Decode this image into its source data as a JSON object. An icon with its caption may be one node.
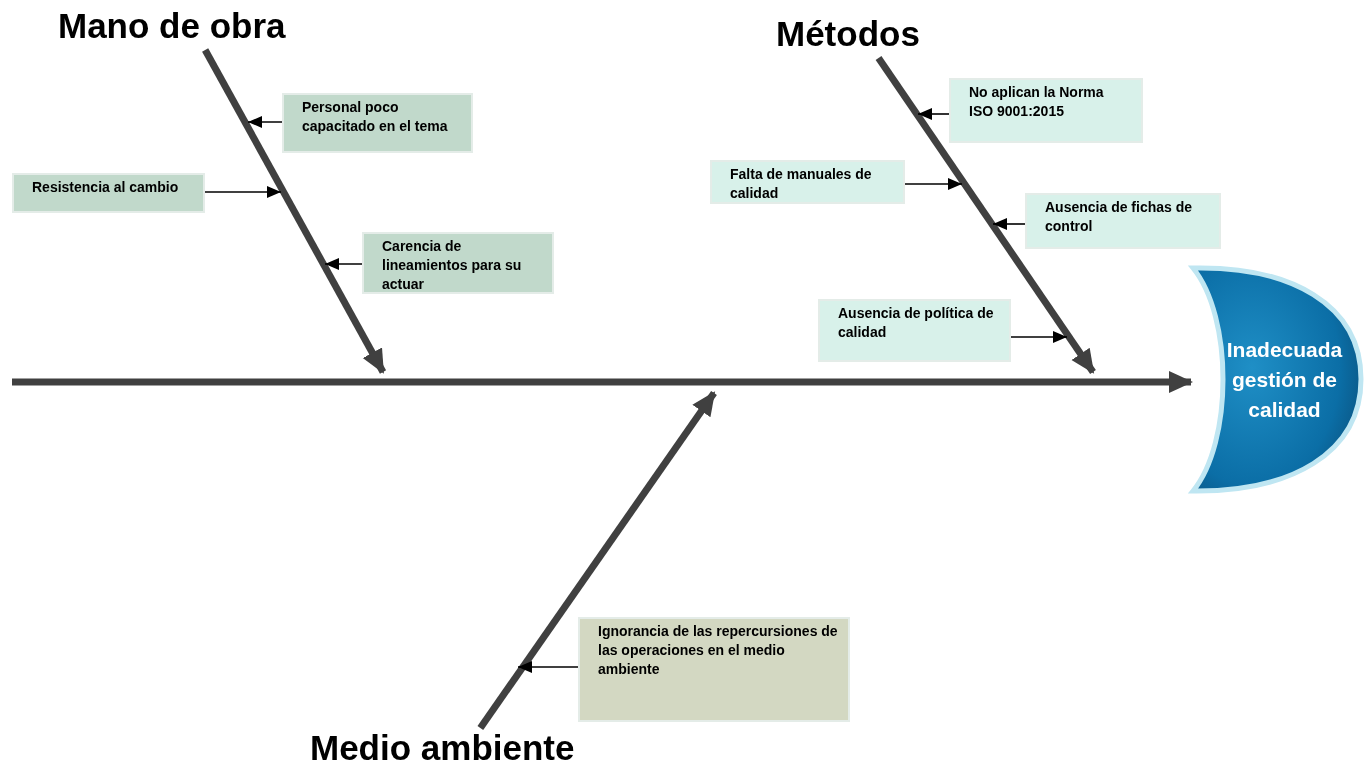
{
  "diagram": {
    "nodes": [
      {
        "text": [
          "Mano de obra"
        ]
      },
      {
        "text": [
          "Métodos"
        ]
      },
      {
        "text": [
          "Personal poco capacitado en el tema"
        ]
      },
      {
        "text": [
          "No aplican la Norma ISO 9001:2015"
        ]
      },
      {
        "text": [
          "Resistencia al cambio"
        ]
      },
      {
        "text": [
          "Falta de manuales de calidad"
        ]
      },
      {
        "text": [
          "Ausencia de fichas de control"
        ]
      },
      {
        "text": [
          "Carencia de lineamientos para su actuar"
        ]
      },
      {
        "text": [
          "Ausencia de política de calidad"
        ]
      },
      {
        "text": [
          "Inadecuada gestión de calidad"
        ]
      },
      {
        "text": [
          "Ignorancia de las repercursiones de las operaciones en el medio ambiente"
        ]
      },
      {
        "text": [
          "Medio ambiente"
        ]
      }
    ],
    "edges": [
      {
        "from": 0,
        "to": null,
        "arrow": "to",
        "style": "thick",
        "color": "#404040"
      },
      {
        "from": 1,
        "to": null,
        "arrow": "to",
        "style": "thick",
        "color": "#404040"
      },
      {
        "from": 11,
        "to": null,
        "arrow": "to",
        "style": "thick",
        "color": "#404040"
      },
      {
        "from": null,
        "to": 9,
        "arrow": "to",
        "style": "thick",
        "color": "#404040"
      },
      {
        "from": 2,
        "to": null,
        "arrow": "to"
      },
      {
        "from": 4,
        "to": null,
        "arrow": "to"
      },
      {
        "from": 7,
        "to": null,
        "arrow": "to"
      },
      {
        "from": 3,
        "to": null,
        "arrow": "to"
      },
      {
        "from": 5,
        "to": null,
        "arrow": "to"
      },
      {
        "from": 6,
        "to": null,
        "arrow": "to"
      },
      {
        "from": 8,
        "to": null,
        "arrow": "to"
      },
      {
        "from": 10,
        "to": null,
        "arrow": "to"
      }
    ]
  }
}
